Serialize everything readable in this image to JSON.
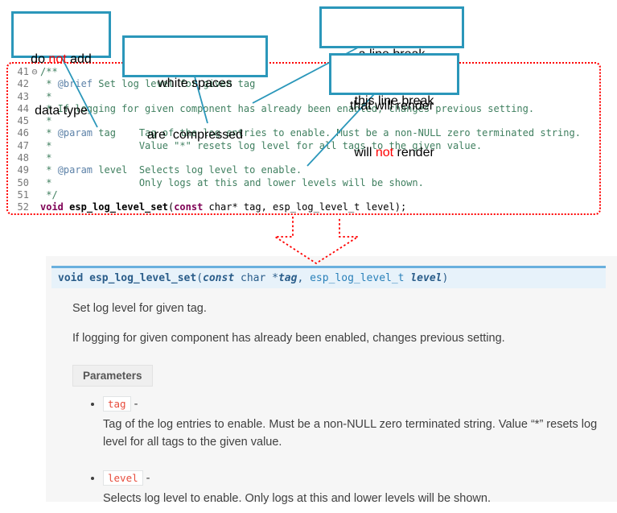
{
  "callouts": {
    "no_datatype": {
      "pre": "do ",
      "red": "not",
      "post": " add",
      "line2": "data type"
    },
    "whitespace": {
      "line1": "white spaces",
      "line2": "are  compressed"
    },
    "break_render": {
      "line1": "a line break",
      "line2": "that will render"
    },
    "break_norender": {
      "line1": "this line break",
      "pre": "will ",
      "red": "not",
      "post": " render"
    }
  },
  "editor": {
    "lines": [
      {
        "num": "41",
        "fold": "⊖",
        "segs": [
          {
            "t": "/**",
            "c": "c"
          }
        ]
      },
      {
        "num": "42",
        "segs": [
          {
            "t": " * ",
            "c": "c"
          },
          {
            "t": "@brief",
            "c": "d"
          },
          {
            "t": " Set log level for given tag",
            "c": "c"
          }
        ]
      },
      {
        "num": "43",
        "segs": [
          {
            "t": " *",
            "c": "c"
          }
        ]
      },
      {
        "num": "44",
        "segs": [
          {
            "t": " * If logging for given component has already been enabled, changes previous setting.",
            "c": "c"
          }
        ]
      },
      {
        "num": "45",
        "segs": [
          {
            "t": " *",
            "c": "c"
          }
        ]
      },
      {
        "num": "46",
        "segs": [
          {
            "t": " * ",
            "c": "c"
          },
          {
            "t": "@param",
            "c": "d"
          },
          {
            "t": " tag    Tag of the log entries to enable. Must be a non-NULL zero terminated string.",
            "c": "c"
          }
        ]
      },
      {
        "num": "47",
        "segs": [
          {
            "t": " *               Value \"*\" resets log level for all tags to the given value.",
            "c": "c"
          }
        ]
      },
      {
        "num": "48",
        "segs": [
          {
            "t": " *",
            "c": "c"
          }
        ]
      },
      {
        "num": "49",
        "segs": [
          {
            "t": " * ",
            "c": "c"
          },
          {
            "t": "@param",
            "c": "d"
          },
          {
            "t": " level  Selects log level to enable.",
            "c": "c"
          }
        ]
      },
      {
        "num": "50",
        "segs": [
          {
            "t": " *               Only logs at this and lower levels will be shown.",
            "c": "c"
          }
        ]
      },
      {
        "num": "51",
        "segs": [
          {
            "t": " */",
            "c": "c"
          }
        ]
      },
      {
        "num": "52",
        "segs": [
          {
            "t": "void",
            "c": "k"
          },
          {
            "t": " ",
            "c": "p"
          },
          {
            "t": "esp_log_level_set",
            "c": "fn"
          },
          {
            "t": "(",
            "c": "p"
          },
          {
            "t": "const",
            "c": "k"
          },
          {
            "t": " char* tag, esp_log_level_t level);",
            "c": "p"
          }
        ]
      }
    ]
  },
  "doc": {
    "signature": [
      {
        "t": "void",
        "c": "sk"
      },
      {
        "t": " "
      },
      {
        "t": "esp_log_level_set",
        "c": "sn"
      },
      {
        "t": "("
      },
      {
        "t": "const",
        "c": "ski"
      },
      {
        "t": "  char *"
      },
      {
        "t": "tag",
        "c": "sp"
      },
      {
        "t": ", "
      },
      {
        "t": "esp_log_level_t",
        "c": "st"
      },
      {
        "t": " "
      },
      {
        "t": "level",
        "c": "sp"
      },
      {
        "t": ")"
      }
    ],
    "p1": "Set log level for given tag.",
    "p2": "If logging for given component has already been enabled, changes previous setting.",
    "parameters_label": "Parameters",
    "params": [
      {
        "name": "tag",
        "dash": "-",
        "desc": "Tag of the log entries to enable. Must be a non-NULL zero terminated string. Value “*” resets log level for all tags to the given value."
      },
      {
        "name": "level",
        "dash": "-",
        "desc": "Selects log level to enable. Only logs at this and lower levels will be shown."
      }
    ]
  },
  "colors": {
    "callout_border": "#2b97ba",
    "annotation_red": "#ff0000",
    "comment_green": "#3f7f5f",
    "keyword_purple": "#7f0055",
    "sig_background": "#e7f2fa",
    "sig_border": "#6ab0de",
    "doc_background": "#f6f6f6",
    "param_chip_red": "#e74c3c"
  }
}
